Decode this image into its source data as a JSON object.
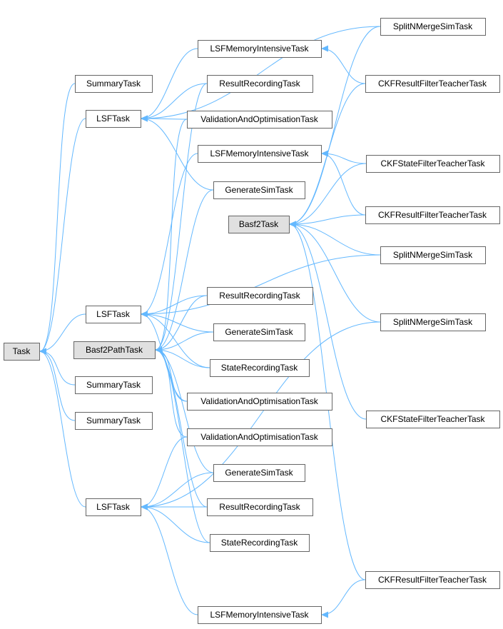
{
  "diagram": {
    "type": "class-inheritance-graph",
    "colors": {
      "edge": "#63b8ff",
      "node_fill": "#ffffff",
      "highlight_fill": "#e0e0e0",
      "node_border": "#666666",
      "text": "#000000"
    },
    "nodes": [
      {
        "id": "task",
        "label": "Task",
        "highlight": true
      },
      {
        "id": "summary1",
        "label": "SummaryTask"
      },
      {
        "id": "lsf1",
        "label": "LSFTask"
      },
      {
        "id": "lsf2",
        "label": "LSFTask"
      },
      {
        "id": "lsf3",
        "label": "LSFTask"
      },
      {
        "id": "summary2",
        "label": "SummaryTask"
      },
      {
        "id": "summary3",
        "label": "SummaryTask"
      },
      {
        "id": "b2path",
        "label": "Basf2PathTask",
        "highlight": true
      },
      {
        "id": "b2task",
        "label": "Basf2Task",
        "highlight": true
      },
      {
        "id": "lmit1",
        "label": "LSFMemoryIntensiveTask"
      },
      {
        "id": "rrt1",
        "label": "ResultRecordingTask"
      },
      {
        "id": "vao1",
        "label": "ValidationAndOptimisationTask"
      },
      {
        "id": "lmit2",
        "label": "LSFMemoryIntensiveTask"
      },
      {
        "id": "gst1",
        "label": "GenerateSimTask"
      },
      {
        "id": "rrt2",
        "label": "ResultRecordingTask"
      },
      {
        "id": "gst2",
        "label": "GenerateSimTask"
      },
      {
        "id": "srt1",
        "label": "StateRecordingTask"
      },
      {
        "id": "vao2",
        "label": "ValidationAndOptimisationTask"
      },
      {
        "id": "vao3",
        "label": "ValidationAndOptimisationTask"
      },
      {
        "id": "gst3",
        "label": "GenerateSimTask"
      },
      {
        "id": "rrt3",
        "label": "ResultRecordingTask"
      },
      {
        "id": "srt2",
        "label": "StateRecordingTask"
      },
      {
        "id": "lmit3",
        "label": "LSFMemoryIntensiveTask"
      },
      {
        "id": "snm1",
        "label": "SplitNMergeSimTask"
      },
      {
        "id": "ckfr1",
        "label": "CKFResultFilterTeacherTask"
      },
      {
        "id": "ckfs1",
        "label": "CKFStateFilterTeacherTask"
      },
      {
        "id": "ckfr2",
        "label": "CKFResultFilterTeacherTask"
      },
      {
        "id": "snm2",
        "label": "SplitNMergeSimTask"
      },
      {
        "id": "snm3",
        "label": "SplitNMergeSimTask"
      },
      {
        "id": "ckfs2",
        "label": "CKFStateFilterTeacherTask"
      },
      {
        "id": "ckfr3",
        "label": "CKFResultFilterTeacherTask"
      }
    ],
    "edges": [
      {
        "from": "summary1",
        "to": "task"
      },
      {
        "from": "lsf1",
        "to": "task"
      },
      {
        "from": "lsf2",
        "to": "task"
      },
      {
        "from": "summary2",
        "to": "task"
      },
      {
        "from": "summary3",
        "to": "task"
      },
      {
        "from": "lsf3",
        "to": "task"
      },
      {
        "from": "lmit1",
        "to": "lsf1"
      },
      {
        "from": "rrt1",
        "to": "lsf1"
      },
      {
        "from": "vao1",
        "to": "lsf1"
      },
      {
        "from": "gst1",
        "to": "lsf1"
      },
      {
        "from": "snm1",
        "to": "lsf1"
      },
      {
        "from": "ckfr1",
        "to": "lmit1"
      },
      {
        "from": "lmit2",
        "to": "lsf2"
      },
      {
        "from": "rrt2",
        "to": "lsf2"
      },
      {
        "from": "gst2",
        "to": "lsf2"
      },
      {
        "from": "srt1",
        "to": "lsf2"
      },
      {
        "from": "vao2",
        "to": "lsf2"
      },
      {
        "from": "snm2",
        "to": "lsf2"
      },
      {
        "from": "ckfs1",
        "to": "lmit2"
      },
      {
        "from": "ckfr2",
        "to": "lmit2"
      },
      {
        "from": "vao3",
        "to": "lsf3"
      },
      {
        "from": "gst3",
        "to": "lsf3"
      },
      {
        "from": "rrt3",
        "to": "lsf3"
      },
      {
        "from": "srt2",
        "to": "lsf3"
      },
      {
        "from": "lmit3",
        "to": "lsf3"
      },
      {
        "from": "snm3",
        "to": "lsf3"
      },
      {
        "from": "ckfr3",
        "to": "lmit3"
      },
      {
        "from": "snm1",
        "to": "b2task"
      },
      {
        "from": "ckfr1",
        "to": "b2task"
      },
      {
        "from": "ckfs1",
        "to": "b2task"
      },
      {
        "from": "ckfr2",
        "to": "b2task"
      },
      {
        "from": "snm2",
        "to": "b2task"
      },
      {
        "from": "snm3",
        "to": "b2task"
      },
      {
        "from": "ckfs2",
        "to": "b2task"
      },
      {
        "from": "ckfr3",
        "to": "b2task"
      },
      {
        "from": "rrt1",
        "to": "b2path"
      },
      {
        "from": "vao1",
        "to": "b2path"
      },
      {
        "from": "gst1",
        "to": "b2path"
      },
      {
        "from": "rrt2",
        "to": "b2path"
      },
      {
        "from": "gst2",
        "to": "b2path"
      },
      {
        "from": "srt1",
        "to": "b2path"
      },
      {
        "from": "vao2",
        "to": "b2path"
      },
      {
        "from": "vao3",
        "to": "b2path"
      },
      {
        "from": "gst3",
        "to": "b2path"
      },
      {
        "from": "rrt3",
        "to": "b2path"
      },
      {
        "from": "srt2",
        "to": "b2path"
      }
    ]
  }
}
